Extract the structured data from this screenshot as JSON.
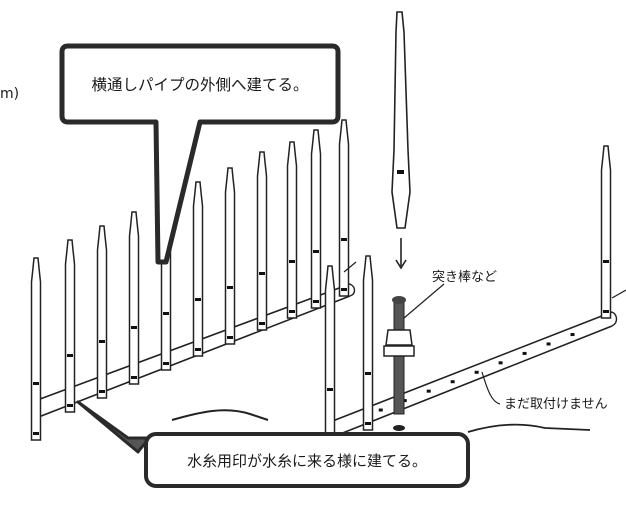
{
  "edge_fragment": "m)",
  "callouts": {
    "top": "横通しパイプの外側へ建てる。",
    "bottom": "水糸用印が水糸に来る様に建てる。"
  },
  "labels": {
    "tool": "突き棒など",
    "not_installed": "まだ取付けません"
  }
}
